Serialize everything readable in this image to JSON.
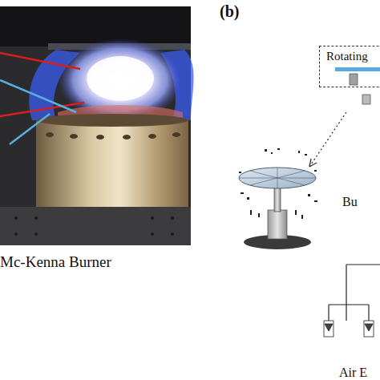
{
  "diagram": {
    "nodes": [
      {
        "text": [
          "Rotating"
        ]
      }
    ],
    "labels": [
      "(b)",
      "Mc-Kenna Burner",
      "Bu",
      "Air E"
    ]
  }
}
